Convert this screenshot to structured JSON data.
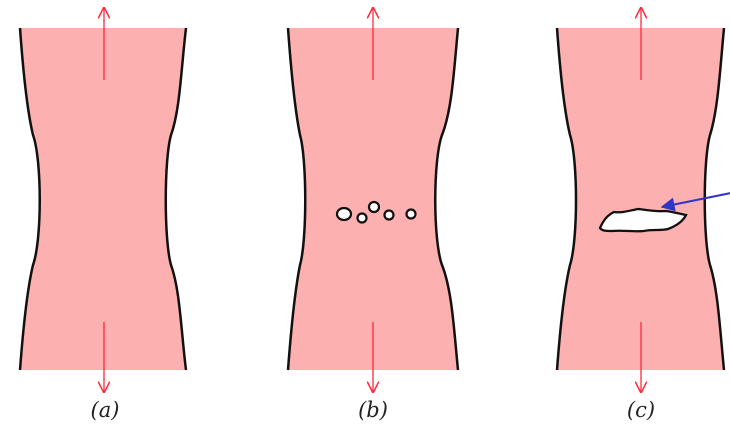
{
  "colors": {
    "specimen_fill": "#fcb0b0",
    "outline": "#111111",
    "load_arrow": "#ff2a3d",
    "pointer_arrow": "#2f35c8",
    "void_fill": "#ffffff"
  },
  "panels": [
    {
      "label": "(a)",
      "state": "intact",
      "icons": [
        "specimen-icon",
        "tension-arrow-icon"
      ]
    },
    {
      "label": "(b)",
      "state": "voids",
      "void_count": 5
    },
    {
      "label": "(c)",
      "state": "crack"
    }
  ]
}
